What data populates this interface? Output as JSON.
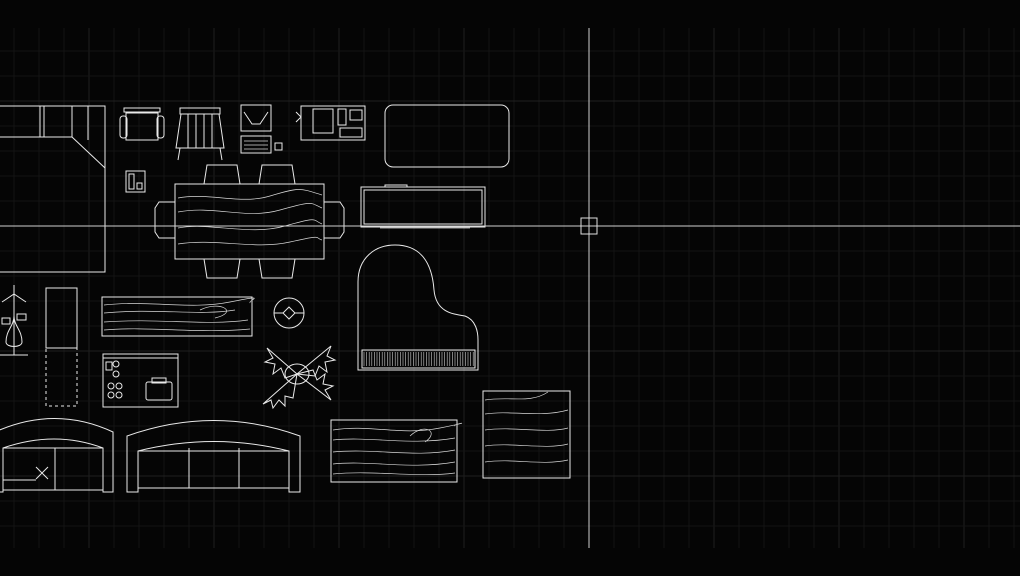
{
  "app": {
    "view": "model-space"
  },
  "colors": {
    "background": "#050505",
    "grid_minor": "#141414",
    "grid_major": "#1f1f1f",
    "linework": "#e9e9e9",
    "crosshair": "#cfcfcf"
  },
  "blocks": [
    {
      "name": "sectional-sofa-block",
      "icon": "sofa-l-icon"
    },
    {
      "name": "armchair-block",
      "icon": "armchair-icon"
    },
    {
      "name": "spindle-chair-block",
      "icon": "chair-icon"
    },
    {
      "name": "computer-desk-block",
      "icon": "computer-icon"
    },
    {
      "name": "office-equipment-block",
      "icon": "printer-icon"
    },
    {
      "name": "rounded-cabinet-block",
      "icon": "cabinet-icon"
    },
    {
      "name": "telephone-block",
      "icon": "telephone-icon"
    },
    {
      "name": "dining-table-block",
      "icon": "dining-table-icon"
    },
    {
      "name": "tv-console-block",
      "icon": "tv-icon"
    },
    {
      "name": "grand-piano-block",
      "icon": "piano-icon"
    },
    {
      "name": "coat-rack-block",
      "icon": "coat-rack-icon"
    },
    {
      "name": "tall-cabinet-block",
      "icon": "cabinet-icon"
    },
    {
      "name": "wood-plank-block",
      "icon": "wood-grain-icon"
    },
    {
      "name": "floor-drain-block",
      "icon": "drain-icon"
    },
    {
      "name": "kitchen-range-block",
      "icon": "stove-icon"
    },
    {
      "name": "holly-plant-block",
      "icon": "plant-icon"
    },
    {
      "name": "arched-sofa-block",
      "icon": "sofa-icon"
    },
    {
      "name": "long-sofa-block",
      "icon": "sofa-icon"
    },
    {
      "name": "wood-panel-block",
      "icon": "wood-grain-icon"
    },
    {
      "name": "wood-square-block",
      "icon": "wood-grain-icon"
    }
  ],
  "cursor": {
    "icon": "crosshair-icon"
  }
}
